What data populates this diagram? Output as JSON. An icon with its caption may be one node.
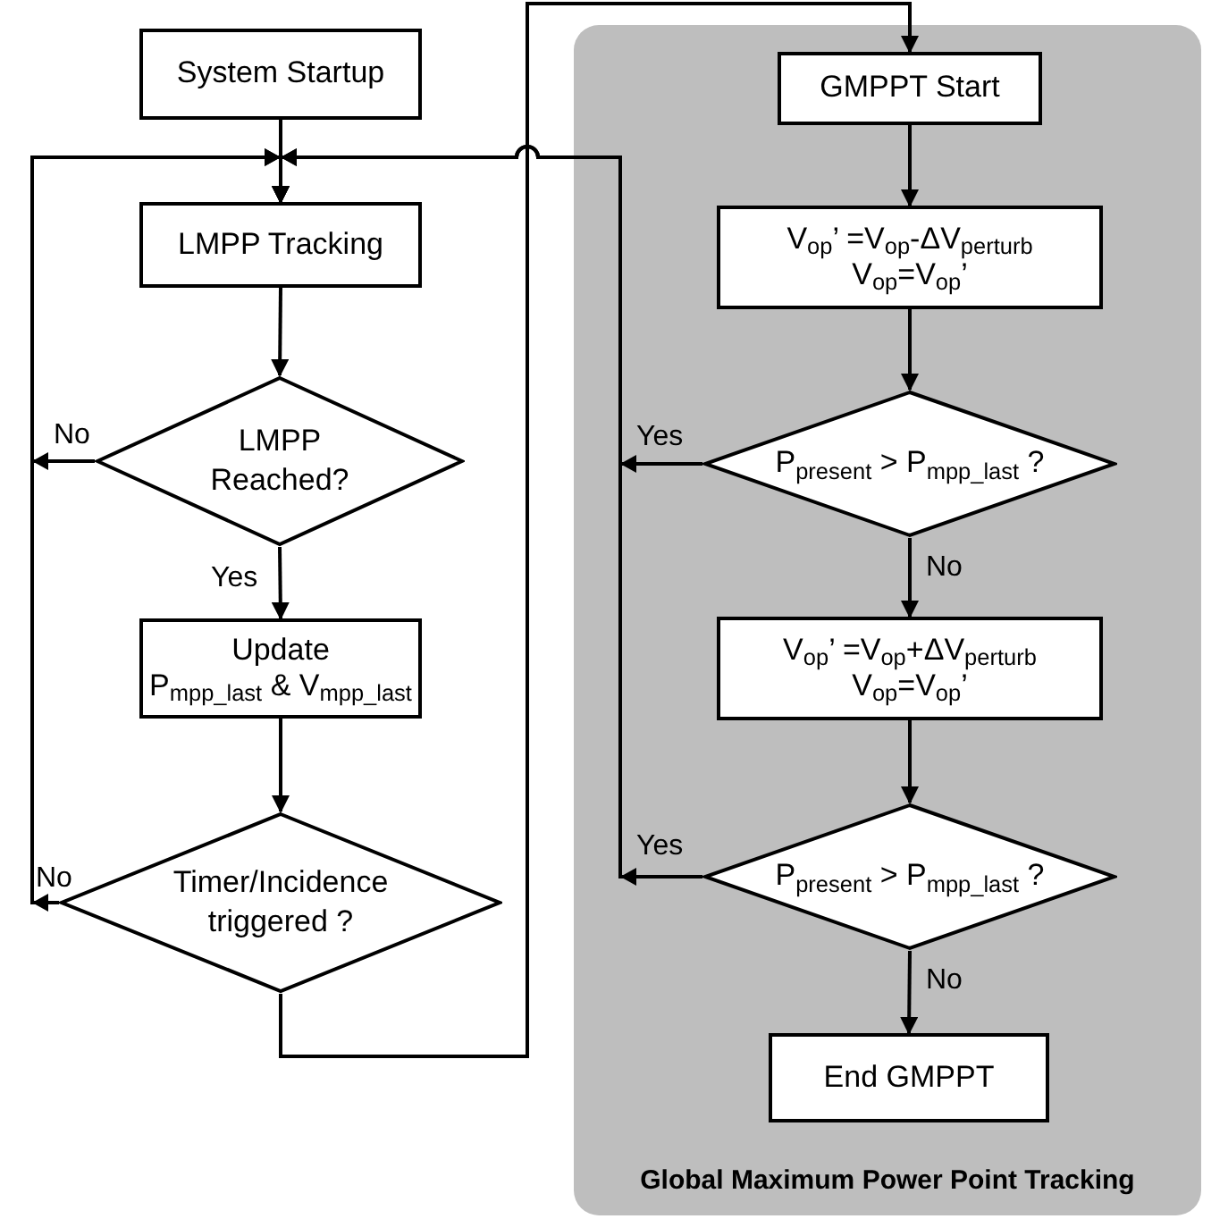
{
  "diagram": {
    "nodes": [
      {
        "text": [
          "System Startup"
        ]
      },
      {
        "text": [
          "LMPP Tracking"
        ]
      },
      {
        "text": [
          "LMPP Reached?"
        ]
      },
      {
        "text": [
          "Update",
          "P$_{mpp_last}$ & V$_{mpp_last}$"
        ]
      },
      {
        "text": [
          "Timer/Incidence triggered ?"
        ]
      },
      {
        "text": [
          "Global Maximum Power Point Tracking"
        ]
      },
      {
        "text": [
          "GMPPT Start"
        ],
        "in": 5
      },
      {
        "text": [
          "V$_{op}$’   =V$_{op}$-ΔV$_{perturb}$",
          "V$_{op}$=V$_{op}$’"
        ],
        "in": 5
      },
      {
        "text": [
          "P$_{present}$ > P$_{mpp_last}$ ?"
        ],
        "in": 5
      },
      {
        "text": [
          "V$_{op}$’   =V$_{op}$+ΔV$_{perturb}$",
          "V$_{op}$=V$_{op}$’"
        ],
        "in": 5
      },
      {
        "text": [
          "P$_{present}$ > P$_{mpp_last}$ ?"
        ],
        "in": 5
      },
      {
        "text": [
          "End GMPPT"
        ],
        "in": 5
      }
    ],
    "edges": [
      {
        "from": 0,
        "to": 1,
        "arrow": "to"
      },
      {
        "from": 1,
        "to": 2,
        "arrow": "to"
      },
      {
        "from": 2,
        "to": 1,
        "arrow": "to",
        "label": "No"
      },
      {
        "from": 2,
        "to": 3,
        "arrow": "to",
        "label": "Yes"
      },
      {
        "from": 3,
        "to": 4,
        "arrow": "to"
      },
      {
        "from": 4,
        "to": 1,
        "arrow": "to",
        "label": "No"
      },
      {
        "from": 4,
        "to": 6,
        "arrow": "to"
      },
      {
        "from": 6,
        "to": 7,
        "arrow": "to"
      },
      {
        "from": 7,
        "to": 8,
        "arrow": "to"
      },
      {
        "from": 8,
        "to": 1,
        "arrow": "to",
        "label": "Yes"
      },
      {
        "from": 8,
        "to": 9,
        "arrow": "to",
        "label": "No"
      },
      {
        "from": 9,
        "to": 10,
        "arrow": "to"
      },
      {
        "from": 10,
        "to": 1,
        "arrow": "to",
        "label": "Yes"
      },
      {
        "from": 10,
        "to": 11,
        "arrow": "to",
        "label": "No"
      }
    ]
  }
}
